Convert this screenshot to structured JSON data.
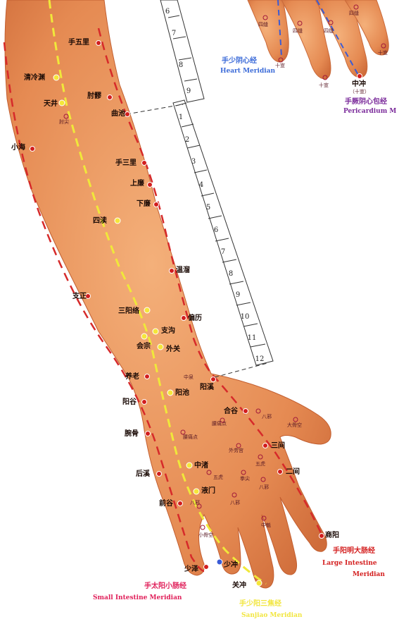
{
  "colors": {
    "skin": "#e9955b",
    "skin_dark": "#c96a3b",
    "red_meridian": "#d62a2a",
    "yellow_meridian": "#f0e83a",
    "blue_meridian": "#3a5bd6",
    "heart_caption": "#3a6ad8",
    "pericardium_caption": "#7a2a9a",
    "small_intestine_caption": "#e0205a",
    "large_intestine_caption": "#d42020",
    "sanjiao_caption": "#f2e640"
  },
  "ruler_upper": [
    "6",
    "7",
    "8",
    "9"
  ],
  "ruler_lower": [
    "1",
    "2",
    "3",
    "4",
    "5",
    "6",
    "7",
    "8",
    "9",
    "10",
    "11",
    "12"
  ],
  "points": {
    "shouwuli": "手五里",
    "qinglengyuan": "清冷渊",
    "zhouliao": "肘髎",
    "tianjing": "天井",
    "quchi": "曲池",
    "zhoujian": "肘尖",
    "xiaohai": "小海",
    "shousanli": "手三里",
    "shanglian": "上廉",
    "xialian": "下廉",
    "sidu": "四渎",
    "wenliu": "温溜",
    "zhizheng": "支正",
    "sanyangluo": "三阳络",
    "pianli": "偏历",
    "zhigou": "支沟",
    "huizong": "会宗",
    "waiguan": "外关",
    "yanglao": "养老",
    "zhongquan": "中泉",
    "yangxi": "阳溪",
    "yangchi": "阳池",
    "yanggu": "阳谷",
    "hegu": "合谷",
    "baxie": "八邪",
    "dagukong": "大骨空",
    "yaotongdian": "腰痛点",
    "wangu": "腕骨",
    "wailaogong": "外劳宫",
    "sanjian": "三间",
    "wuhu": "五虎",
    "zhongzhu": "中渚",
    "quanjian": "拳尖",
    "erjian": "二间",
    "houxi": "后溪",
    "yemen": "液门",
    "qiangu": "前谷",
    "zhongkui": "中魁",
    "xiaogukong": "小骨空",
    "shangyang": "商阳",
    "shaoze": "少泽",
    "shaochong": "少冲",
    "guanchong": "关冲",
    "sifeng": "四缝",
    "shixuan": "十宣",
    "zhongchong": "中冲"
  },
  "captions": {
    "heart_zh": "手少阴心经",
    "heart_en": "Heart Meridian",
    "pericardium_zh": "手厥阴心包经",
    "pericardium_en": "Pericardium M",
    "zhongchong_sub": "（十宣）",
    "small_intestine_zh": "手太阳小肠经",
    "small_intestine_en": "Small Intestine Meridian",
    "large_intestine_zh": "手阳明大肠经",
    "large_intestine_en_1": "Large Intestine",
    "large_intestine_en_2": "Meridian",
    "sanjiao_zh": "手少阳三焦经",
    "sanjiao_en": "Sanjiao Meridian"
  }
}
